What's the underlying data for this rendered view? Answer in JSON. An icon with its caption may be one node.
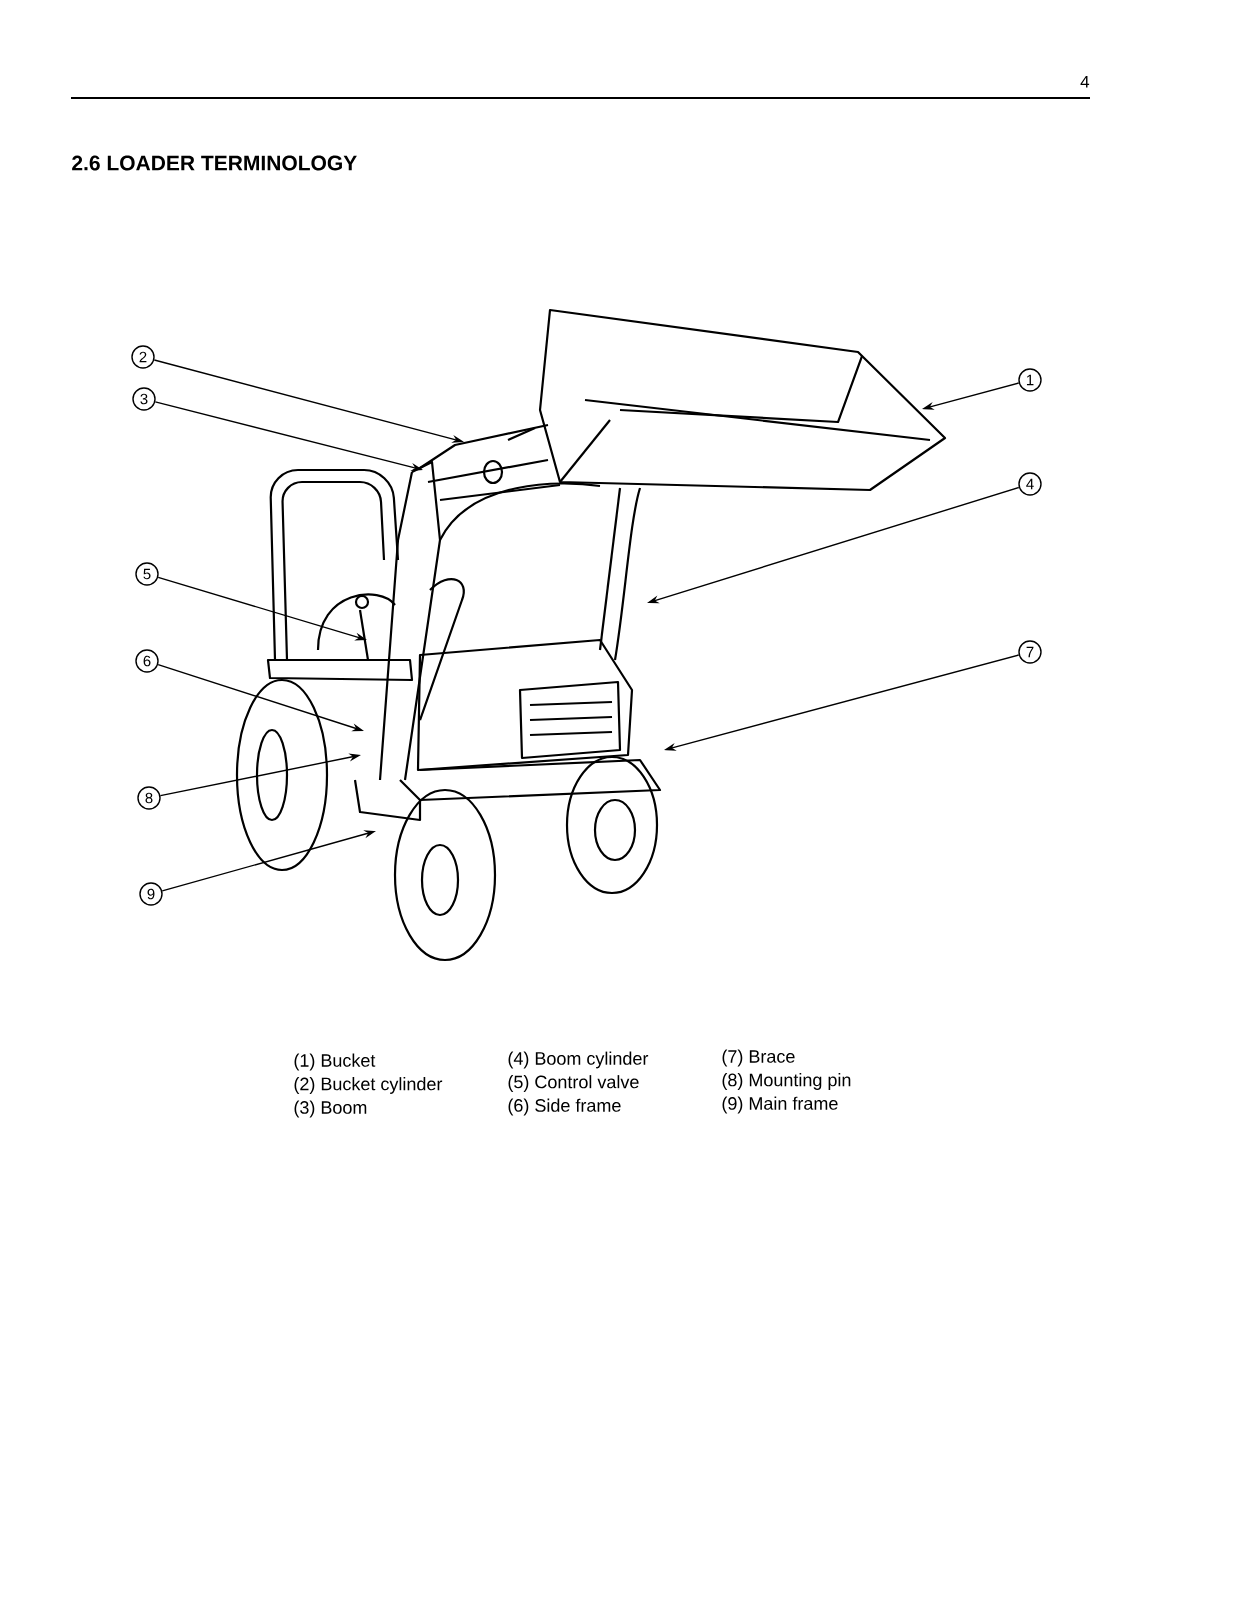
{
  "diagram": {
    "title": "2.6 LOADER TERMINOLOGY",
    "nodes": [
      {
        "text": [
          "1"
        ]
      },
      {
        "text": [
          "2"
        ]
      },
      {
        "text": [
          "3"
        ]
      },
      {
        "text": [
          "4"
        ]
      },
      {
        "text": [
          "5"
        ]
      },
      {
        "text": [
          "6"
        ]
      },
      {
        "text": [
          "7"
        ]
      },
      {
        "text": [
          "8"
        ]
      },
      {
        "text": [
          "9"
        ]
      }
    ],
    "edges": [
      {
        "from": 0,
        "to": null,
        "arrow": "to"
      },
      {
        "from": 1,
        "to": null,
        "arrow": "to"
      },
      {
        "from": 2,
        "to": null,
        "arrow": "to"
      },
      {
        "from": 3,
        "to": null,
        "arrow": "to"
      },
      {
        "from": 4,
        "to": null,
        "arrow": "to"
      },
      {
        "from": 5,
        "to": null,
        "arrow": "to"
      },
      {
        "from": 6,
        "to": null,
        "arrow": "to"
      },
      {
        "from": 7,
        "to": null,
        "arrow": "to"
      },
      {
        "from": 8,
        "to": null,
        "arrow": "to"
      }
    ],
    "labels": [
      "4",
      "(1) Bucket",
      "(4) Boom cylinder",
      "(7) Brace",
      "(2) Bucket cylinder",
      "(5) Control valve",
      "(8) Mounting pin",
      "(3) Boom",
      "(6) Side frame",
      "(9) Main frame"
    ]
  }
}
